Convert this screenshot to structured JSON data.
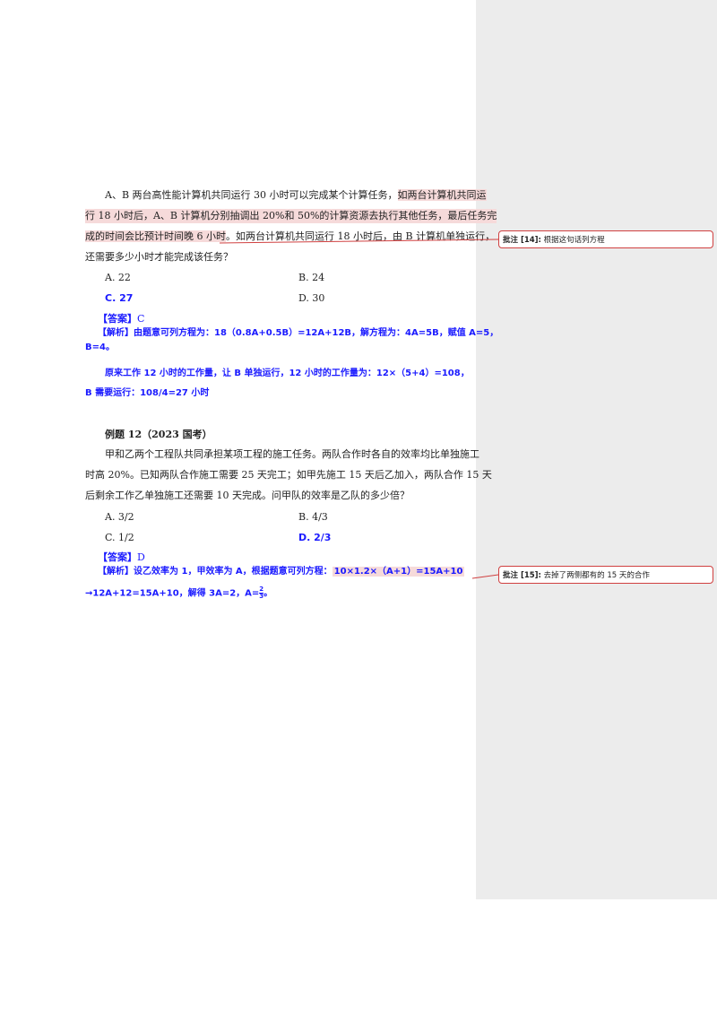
{
  "q11": {
    "line1_a": "A、B 两台高性能计算机共同运行 30 小时可以完成某个计算任务，",
    "line1_b": "如两台计算机共同运",
    "line2": "行 18 小时后，A、B 计算机分别抽调出 20%和 50%的计算资源去执行其他任务，最后任务完",
    "line3_a": "成的时间会比预计时间晚 6 小时",
    "line3_b": "。如两台计算机共同运行 18 小时后，由 B 计算机单独运行，",
    "line4": "还需要多少小时才能完成该任务？",
    "options": [
      "A. 22",
      "B. 24",
      "C. 27",
      "D. 30"
    ],
    "answer_label": "【答案】",
    "answer_value": "C",
    "analysis_label": "【解析】",
    "analysis1": "由题意可列方程为：18（0.8A+0.5B）=12A+12B，解方程为：4A=5B，赋值 A=5，",
    "analysis2": "B=4。",
    "analysis3": "原来工作 12 小时的工作量，让 B 单独运行，12 小时的工作量为：12×（5+4）=108，",
    "analysis4": "B 需要运行：108/4=27 小时"
  },
  "q12": {
    "title": "例题 12（2023 国考）",
    "line1": "甲和乙两个工程队共同承担某项工程的施工任务。两队合作时各自的效率均比单独施工",
    "line2": "时高 20%。已知两队合作施工需要 25 天完工；如甲先施工 15 天后乙加入，两队合作 15 天",
    "line3": "后剩余工作乙单独施工还需要 10 天完成。问甲队的效率是乙队的多少倍？",
    "options": [
      "A. 3/2",
      "B. 4/3",
      "C. 1/2",
      "D. 2/3"
    ],
    "answer_label": "【答案】",
    "answer_value": "D",
    "analysis_label": "【解析】",
    "analysis1_a": "设乙效率为 1，甲效率为 A，根据题意可列方程：",
    "analysis1_b": "10×1.2×（A+1）=15A+10",
    "analysis2_a": "→12A+12=15A+10，解得 3A=2，A=",
    "frac_num": "2",
    "frac_den": "3",
    "analysis2_end": "。"
  },
  "comments": [
    {
      "label": "批注 [14]:",
      "text": "根据这句话列方程"
    },
    {
      "label": "批注 [15]:",
      "text": "去掉了两侧都有的 15 天的合作"
    }
  ],
  "colors": {
    "answer_blue": "#1a1aff",
    "highlight": "#f6dada",
    "comment_border": "#d04040",
    "margin_gray": "#ececec"
  }
}
